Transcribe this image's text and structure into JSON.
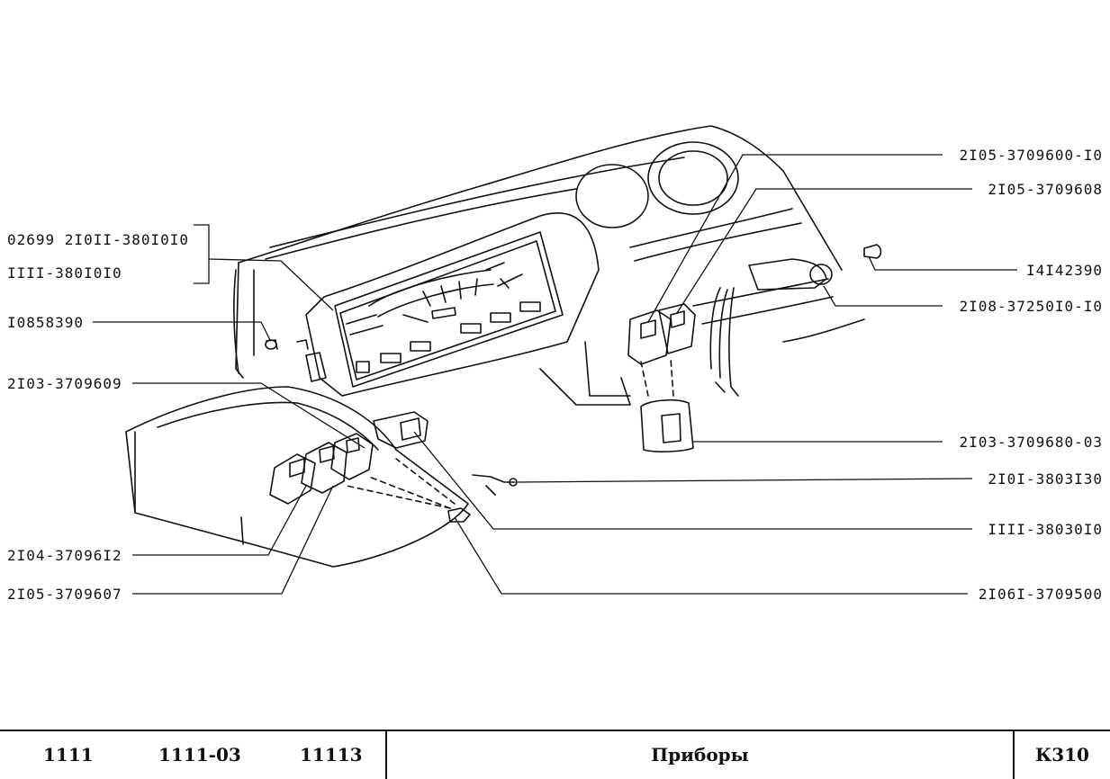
{
  "labels": {
    "l_02699": "02699 2I0II-380I0I0",
    "l_1111_380": "IIII-380I0I0",
    "l_10858390": "I0858390",
    "l_2103_609": "2I03-3709609",
    "l_2104_612": "2I04-37096I2",
    "l_2105_607": "2I05-3709607",
    "l_2105_600": "2I05-3709600-I0",
    "l_2105_608": "2I05-3709608",
    "l_14142390": "I4I42390",
    "l_2108": "2I08-37250I0-I0",
    "l_2103_680": "2I03-3709680-03",
    "l_2101": "2I0I-3803I30",
    "l_1111_3803": "IIII-38030I0",
    "l_21061": "2I06I-3709500"
  },
  "footer": {
    "model1": "1111",
    "model2": "1111-03",
    "model3": "11113",
    "title": "Приборы",
    "code": "К310"
  }
}
